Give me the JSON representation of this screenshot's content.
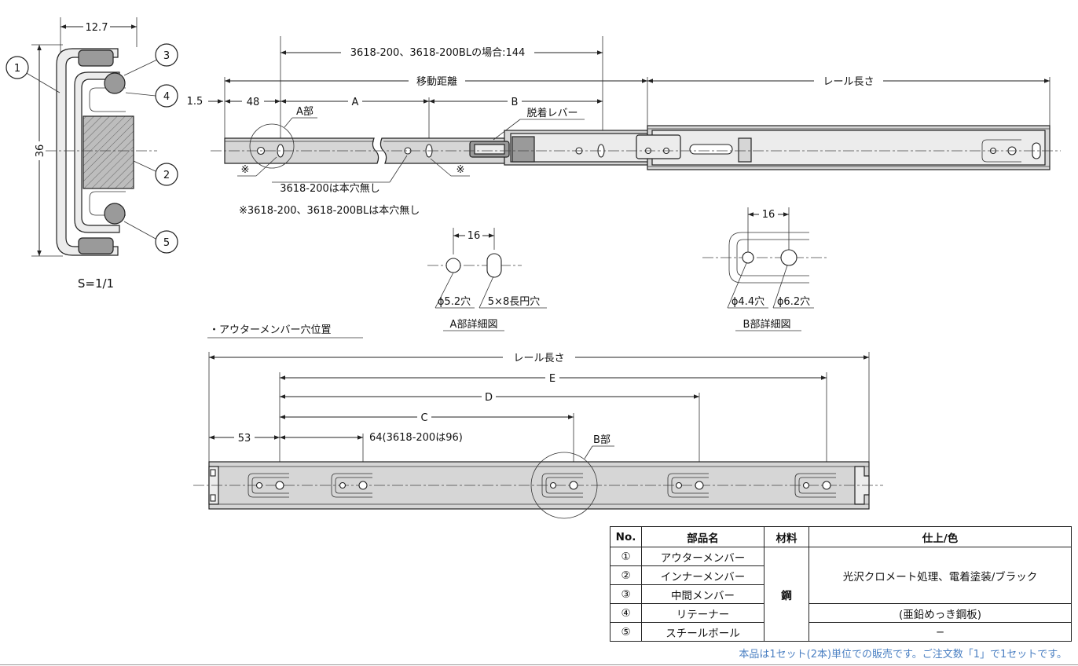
{
  "cross_section": {
    "width_dim": "12.7",
    "height_dim": "36",
    "scale": "S=1/1",
    "callouts": [
      "1",
      "2",
      "3",
      "4",
      "5"
    ]
  },
  "side_view": {
    "dim_144": "3618-200、3618-200BLの場合:144",
    "travel": "移動距離",
    "rail_length": "レール長さ",
    "dim_1_5": "1.5",
    "dim_48": "48",
    "label_a": "A",
    "label_b": "B",
    "detail_a_ref": "A部",
    "release_lever": "脱着レバー",
    "note_mark": "※",
    "no_hole_note": "3618-200は本穴無し",
    "footnote": "※3618-200、3618-200BLは本穴無し"
  },
  "detail_a": {
    "dim": "16",
    "hole_round": "ϕ5.2穴",
    "hole_slot": "5×8長円穴",
    "title": "A部詳細図"
  },
  "detail_b": {
    "dim": "16",
    "hole_small": "ϕ4.4穴",
    "hole_large": "ϕ6.2穴",
    "title": "B部詳細図"
  },
  "outer_member": {
    "title": "・アウターメンバー穴位置",
    "rail_length": "レール長さ",
    "label_e": "E",
    "label_d": "D",
    "label_c": "C",
    "dim_53": "53",
    "dim_pitch": "64(3618-200は96)",
    "detail_b_ref": "B部"
  },
  "parts_table": {
    "headers": [
      "No.",
      "部品名",
      "材料",
      "仕上/色"
    ],
    "rows": [
      {
        "no": "①",
        "name": "アウターメンバー"
      },
      {
        "no": "②",
        "name": "インナーメンバー"
      },
      {
        "no": "③",
        "name": "中間メンバー"
      },
      {
        "no": "④",
        "name": "リテーナー"
      },
      {
        "no": "⑤",
        "name": "スチールボール"
      }
    ],
    "material": "鋼",
    "finish_main": "光沢クロメート処理、電着塗装/ブラック",
    "finish_retainer": "(亜鉛めっき鋼板)",
    "finish_ball": "−"
  },
  "note": "本品は1セット(2本)単位での販売です。ご注文数「1」で1セットです。",
  "colors": {
    "note": "#4a7fc2",
    "rail_fill": "#d6d6d6"
  }
}
